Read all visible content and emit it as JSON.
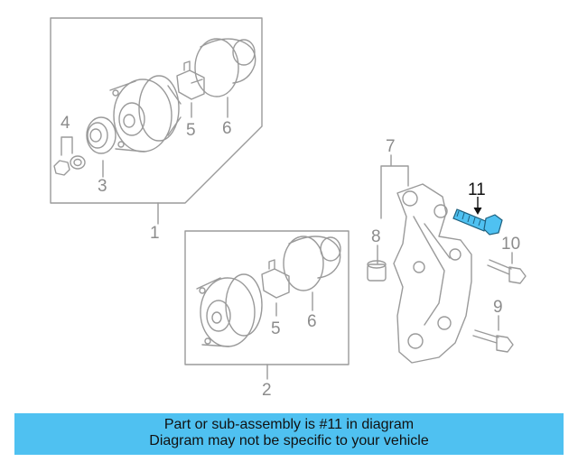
{
  "diagram": {
    "callouts": {
      "c1": "1",
      "c2": "2",
      "c3": "3",
      "c4": "4",
      "c5a": "5",
      "c5b": "5",
      "c6a": "6",
      "c6b": "6",
      "c7": "7",
      "c8": "8",
      "c9": "9",
      "c10": "10",
      "c11": "11"
    },
    "highlight_color": "#4fc1f1"
  },
  "banner": {
    "line1": "Part or sub-assembly is #11 in diagram",
    "line2": "Diagram may not be specific to your vehicle",
    "background": "#4fc1f1"
  }
}
